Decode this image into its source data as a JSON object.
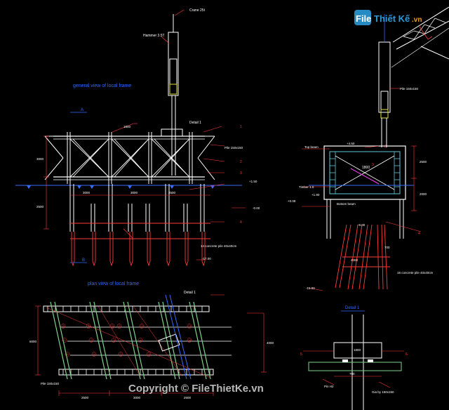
{
  "watermark": {
    "brand_file": "File",
    "brand_rest": "Thiết Kế",
    "brand_tld": ".vn",
    "copyright": "Copyright © FileThietKe.vn"
  },
  "labels": {
    "crane": "Crane 25t",
    "hammer": "Hammer 3.5T",
    "general_view": "general view of local frame",
    "plan_view": "plan view of local frame",
    "detail1_a": "Detail 1",
    "detail1_b": "Detail 1",
    "pile_150": "Pile 150x150",
    "concrete_pile_left": "14 concrete pile 40x40cm",
    "concrete_pile_right": "16 concrete pile 40x40cm",
    "top_beam": "Top beam",
    "bottom_beam": "Bottom beam",
    "elev_1": "+4.50",
    "elev_2": "+1.50",
    "elev_3": "-0.00",
    "elev_4": "+1.90",
    "elev_5": "-9.00",
    "elev_6": "+0.08",
    "elev_7": "-17.00",
    "elev_8": "-15.00",
    "timber": "Timber 1.0",
    "dim_3000": "3000",
    "dim_2500": "2500",
    "dim_2000": "2000",
    "dim_1800": "1800",
    "dim_4000": "4000",
    "dim_700": "700",
    "dim_6000": "6000",
    "num_1": "1",
    "num_2": "2",
    "num_3": "3",
    "num_4": "4",
    "num_5": "5",
    "num_6": "6",
    "num_7": "7",
    "num_8": "8",
    "num_9": "9",
    "num_10": "10",
    "num_11": "11",
    "num_12": "12",
    "num_13": "13",
    "num_14": "14",
    "num_15": "15",
    "mark_A": "A",
    "mark_B": "B",
    "bolt": "Pin H2",
    "plate": "Gia by 150x150"
  },
  "colors": {
    "background": "#000000",
    "frame": "#ffffff",
    "pile": "#ff3b3b",
    "water": "#3a6cff",
    "leader": "#ff3b3b",
    "dim": "#ff3b3b",
    "blue_text": "#2f6bff",
    "green": "#7fd28a",
    "cyan": "#5ec8d8",
    "yellow": "#e0e040",
    "magenta": "#ff3bff",
    "logo_blue": "#2a9ad8",
    "logo_orange": "#f0a020"
  }
}
